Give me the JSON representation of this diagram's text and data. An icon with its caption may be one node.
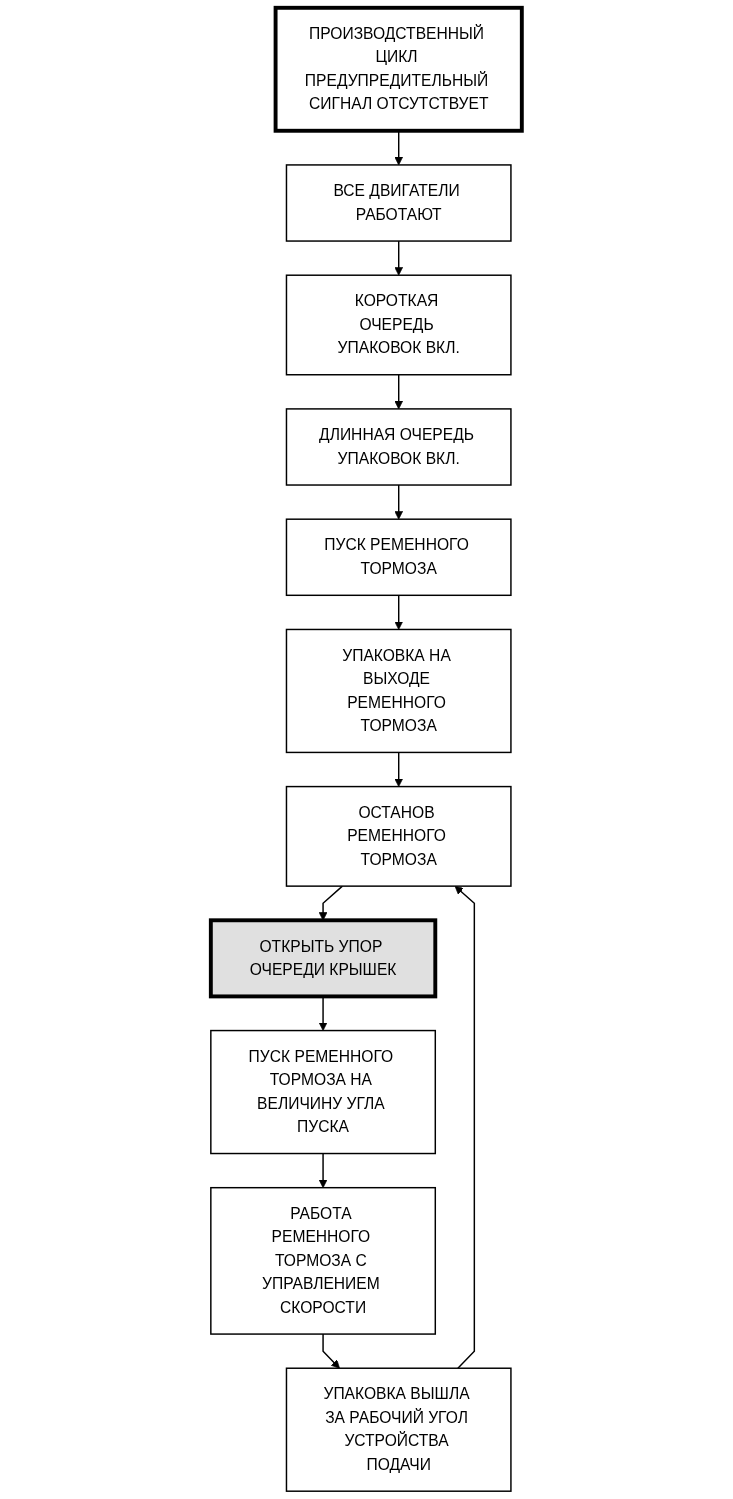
{
  "diagram": {
    "nodes": [
      {
        "text": [
          "ПРОИЗВОДСТВЕННЫЙ ЦИКЛ ПРЕДУПРЕДИТЕЛЬНЫЙ СИГНАЛ ОТСУТСТВУЕТ"
        ]
      },
      {
        "text": [
          "ВСЕ ДВИГАТЕЛИ РАБОТАЮТ"
        ]
      },
      {
        "text": [
          "КОРОТКАЯ ОЧЕРЕДЬ УПАКОВОК ВКЛ."
        ]
      },
      {
        "text": [
          "ДЛИННАЯ ОЧЕРЕДЬ УПАКОВОК ВКЛ."
        ]
      },
      {
        "text": [
          "ПУСК РЕМЕННОГО ТОРМОЗА"
        ]
      },
      {
        "text": [
          "УПАКОВКА НА ВЫХОДЕ РЕМЕННОГО ТОРМОЗА"
        ]
      },
      {
        "text": [
          "ОСТАНОВ РЕМЕННОГО ТОРМОЗА"
        ]
      },
      {
        "text": [
          "ОТКРЫТЬ УПОР ОЧЕРЕДИ КРЫШЕК"
        ]
      },
      {
        "text": [
          "ПУСК РЕМЕННОГО ТОРМОЗА НА ВЕЛИЧИНУ УГЛА ПУСКА"
        ]
      },
      {
        "text": [
          "РАБОТА РЕМЕННОГО ТОРМОЗА С УПРАВЛЕНИЕМ СКОРОСТИ"
        ]
      },
      {
        "text": [
          "УПАКОВКА ВЫШЛА ЗА РАБОЧИЙ УГОЛ УСТРОЙСТВА ПОДАЧИ"
        ]
      }
    ],
    "edges": [
      {
        "from": 0,
        "to": 1,
        "arrow": "to"
      },
      {
        "from": 1,
        "to": 2,
        "arrow": "to"
      },
      {
        "from": 2,
        "to": 3,
        "arrow": "to"
      },
      {
        "from": 3,
        "to": 4,
        "arrow": "to"
      },
      {
        "from": 4,
        "to": 5,
        "arrow": "to"
      },
      {
        "from": 5,
        "to": 6,
        "arrow": "to"
      },
      {
        "from": 6,
        "to": 7,
        "arrow": "to"
      },
      {
        "from": 7,
        "to": 8,
        "arrow": "to"
      },
      {
        "from": 8,
        "to": 9,
        "arrow": "to"
      },
      {
        "from": 9,
        "to": 10,
        "arrow": "to"
      },
      {
        "from": 10,
        "to": 6,
        "arrow": "to"
      }
    ]
  }
}
